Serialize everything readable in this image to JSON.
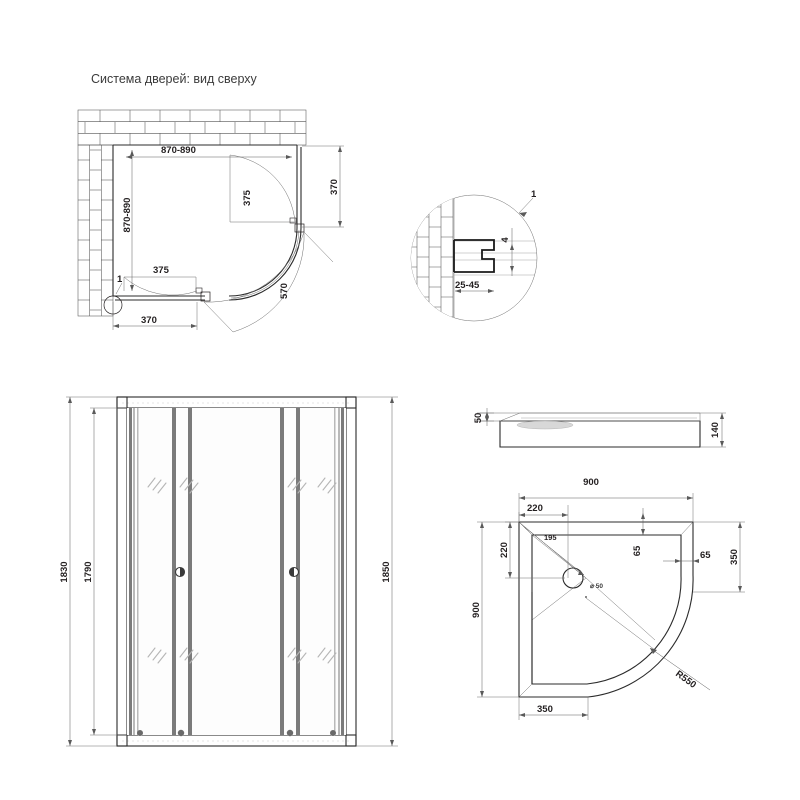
{
  "document": {
    "kind": "technical-drawing",
    "subject": "quadrant-shower-enclosure",
    "background_color": "#ffffff",
    "line_color": "#231f20"
  },
  "views": {
    "top_view": {
      "title": "Система дверей: вид сверху",
      "dimensions": {
        "width_range": "870-890",
        "depth_range": "870-890",
        "door_leaf_top": "375",
        "door_leaf_left": "375",
        "opening_right": "370",
        "opening_bottom": "370",
        "arc_swing": "570",
        "detail_marker": "1"
      }
    },
    "detail_circle": {
      "marker": "1",
      "profile_thickness": "4",
      "wall_adjust_range": "25-45"
    },
    "front_view": {
      "dimensions": {
        "overall_height": "1850",
        "frame_height": "1830",
        "glass_height": "1790"
      },
      "panels": 4,
      "handles": 2
    },
    "tray_side_view": {
      "dimensions": {
        "lip_height": "50",
        "total_height": "140"
      }
    },
    "tray_plan_view": {
      "dimensions": {
        "width": "900",
        "depth": "900",
        "drain_offset_x": "220",
        "drain_offset_y": "220",
        "drain_diagonal": "195",
        "drain_diameter": "⌀ 50",
        "rim_top": "65",
        "rim_right": "65",
        "side_straight_right": "350",
        "side_straight_bottom": "350",
        "corner_right": "350",
        "corner_left": "900",
        "radius": "R550"
      }
    }
  }
}
